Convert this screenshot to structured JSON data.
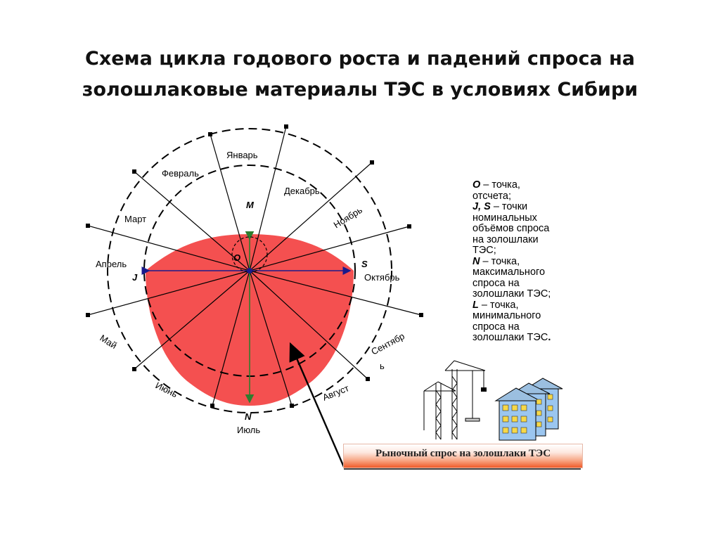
{
  "title": {
    "line1": "Схема цикла годового роста и падений спроса на",
    "line2": "золошлаковые материалы ТЭС в условиях Сибири"
  },
  "months": {
    "january": "Январь",
    "february": "Февраль",
    "december": "Декабрь",
    "november": "Ноябрь",
    "march": "Март",
    "april": "Апрель",
    "october": "Октябрь",
    "may": "Май",
    "september_1": "Сентябр",
    "september_2": "ь",
    "june": "Июнь",
    "august": "Август",
    "july": "Июль"
  },
  "points": {
    "m": "M",
    "o": "O",
    "j": "J",
    "s": "S",
    "n": "N"
  },
  "legend": {
    "o_sym": "O",
    "o_text": " – точка, отсчета;",
    "js_sym": "J, S",
    "js_text": " – точки номинальных объёмов спроса на золошлаки ТЭС;",
    "n_sym": "N",
    "n_text": " – точка, максимального спроса на золошлаки ТЭС;",
    "l_sym": "L",
    "l_text": " – точка, минимального спроса на золошлаки ТЭС",
    "l_end": "."
  },
  "banner": "Рыночный спрос на золошлаки ТЭС",
  "colors": {
    "demand_fill": "#f45050",
    "ns_axis": "#2e7d2e",
    "js_axis": "#1a1a8c",
    "banner_accent": "#ef5a2a"
  }
}
